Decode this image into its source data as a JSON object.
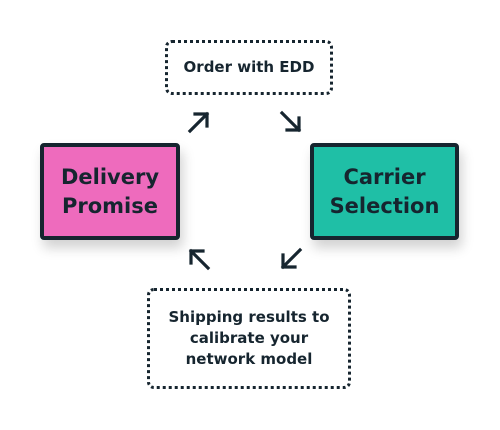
{
  "diagram": {
    "top_box": {
      "label": "Order with EDD"
    },
    "left_box": {
      "line1": "Delivery",
      "line2": "Promise",
      "color": "#ee6bbd"
    },
    "right_box": {
      "line1": "Carrier",
      "line2": "Selection",
      "color": "#1fbfa6"
    },
    "bottom_box": {
      "line1": "Shipping results to",
      "line2": "calibrate your",
      "line3": "network model"
    },
    "colors": {
      "ink": "#16252f"
    },
    "arrows": [
      {
        "name": "arrow-left-to-top",
        "icon": "arrow-up-right-icon"
      },
      {
        "name": "arrow-top-to-right",
        "icon": "arrow-down-right-icon"
      },
      {
        "name": "arrow-right-to-bottom",
        "icon": "arrow-down-left-icon"
      },
      {
        "name": "arrow-bottom-to-left",
        "icon": "arrow-up-left-icon"
      }
    ]
  }
}
